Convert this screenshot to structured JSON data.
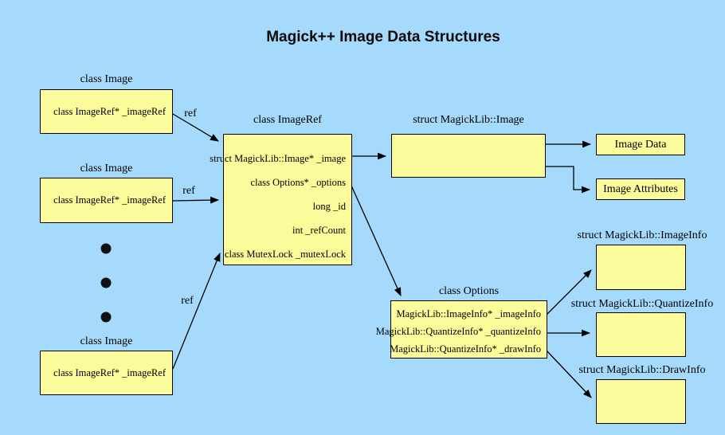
{
  "title": "Magick++ Image Data Structures",
  "nodes": {
    "image1": {
      "label": "class Image",
      "member": "class ImageRef* _imageRef"
    },
    "image2": {
      "label": "class Image",
      "member": "class ImageRef* _imageRef"
    },
    "image3": {
      "label": "class Image",
      "member": "class ImageRef* _imageRef"
    },
    "imageref": {
      "label": "class ImageRef",
      "members": [
        "struct MagickLib::Image* _image",
        "class Options* _options",
        "long _id",
        "int _refCount",
        "class MutexLock _mutexLock"
      ]
    },
    "magicklib_image": {
      "label": "struct MagickLib::Image"
    },
    "image_data": {
      "label": "Image Data"
    },
    "image_attributes": {
      "label": "Image Attributes"
    },
    "options": {
      "label": "class Options",
      "members": [
        "MagickLib::ImageInfo* _imageInfo",
        "MagickLib::QuantizeInfo* _quantizeInfo",
        "MagickLib::QuantizeInfo* _drawInfo"
      ]
    },
    "imageinfo": {
      "label": "struct MagickLib::ImageInfo"
    },
    "quantizeinfo": {
      "label": "struct MagickLib::QuantizeInfo"
    },
    "drawinfo": {
      "label": "struct MagickLib::DrawInfo"
    }
  },
  "edge_labels": {
    "ref1": "ref",
    "ref2": "ref",
    "ref3": "ref"
  },
  "colors": {
    "background": "#A5DAFC",
    "node_fill": "#FBFB9B",
    "border": "#000000",
    "line": "#000000",
    "title_color": "#0A0A0A"
  }
}
